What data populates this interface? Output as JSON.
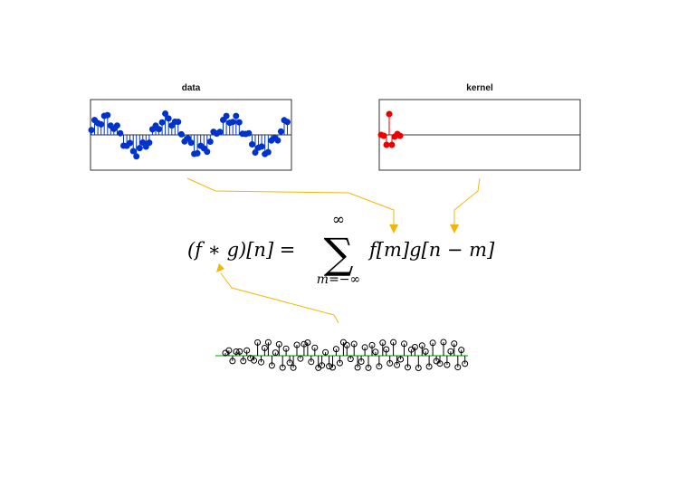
{
  "panels": {
    "data": {
      "title": "data",
      "color": "#0033cc"
    },
    "kernel": {
      "title": "kernel",
      "color": "#ee0000"
    }
  },
  "equation": {
    "lhs": "(f ∗ g)[n] =",
    "sum_symbol": "∑",
    "upper_limit": "∞",
    "lower_limit": "m=−∞",
    "rhs": "f[m]g[n − m]"
  },
  "arrow_color": "#f2b705",
  "result": {
    "marker_color": "#000000",
    "baseline_color": "#22bb22"
  }
}
